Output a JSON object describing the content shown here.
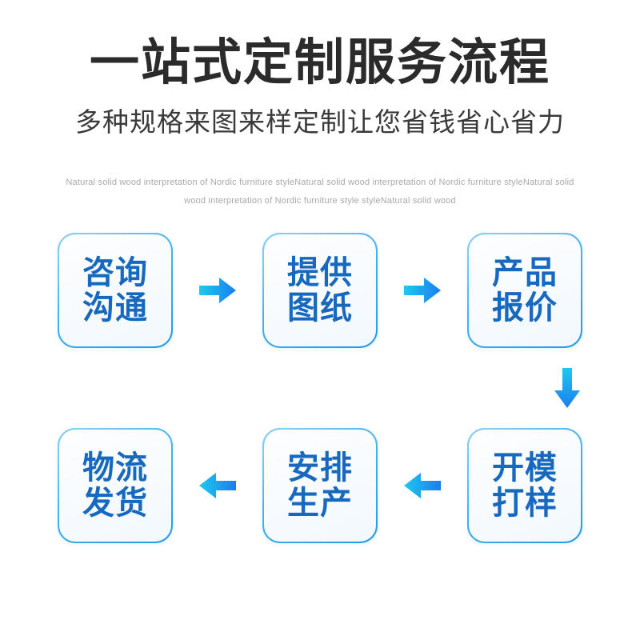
{
  "header": {
    "title": "一站式定制服务流程",
    "subtitle": "多种规格来图来样定制让您省钱省心省力"
  },
  "description": {
    "text": "Natural solid wood interpretation of Nordic furniture styleNatural solid wood interpretation of Nordic furniture styleNatural solid wood interpretation of Nordic furniture style styleNatural solid wood"
  },
  "colors": {
    "box_border_light": "#8ed2f5",
    "box_border_dark": "#1f9ae4",
    "box_text": "#1769c0",
    "arrow_start": "#1ec8f0",
    "arrow_end": "#1a7ef0",
    "title_text": "#2b2b2b",
    "description_text": "#a9a9a9",
    "background": "#ffffff"
  },
  "flow": {
    "top_row": [
      {
        "id": "step-1",
        "label": "咨询\n沟通"
      },
      {
        "id": "step-2",
        "label": "提供\n图纸"
      },
      {
        "id": "step-3",
        "label": "产品\n报价"
      }
    ],
    "bottom_row": [
      {
        "id": "step-6",
        "label": "物流\n发货"
      },
      {
        "id": "step-5",
        "label": "安排\n生产"
      },
      {
        "id": "step-4",
        "label": "开模\n打样"
      }
    ],
    "arrows": [
      {
        "id": "arrow-1-2",
        "direction": "right"
      },
      {
        "id": "arrow-2-3",
        "direction": "right"
      },
      {
        "id": "arrow-3-4",
        "direction": "down"
      },
      {
        "id": "arrow-4-5",
        "direction": "left"
      },
      {
        "id": "arrow-5-6",
        "direction": "left"
      }
    ]
  }
}
